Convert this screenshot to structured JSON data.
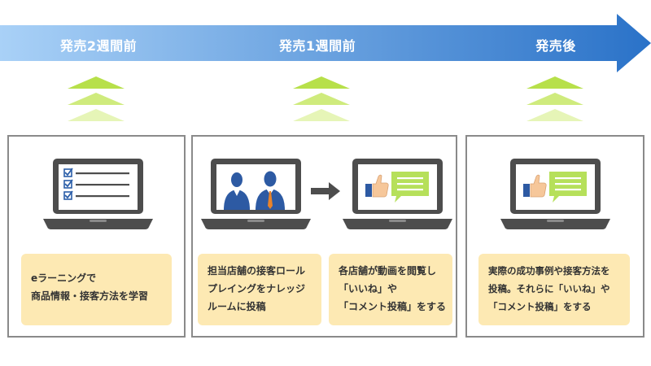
{
  "colors": {
    "arrow_start": "#a9d1f7",
    "arrow_end": "#2a72c8",
    "chevron_dark": "#b7e04a",
    "chevron_mid": "#cfeb7d",
    "chevron_light": "#e6f5b7",
    "note_bg": "#fde9b3",
    "laptop": "#4d4d4d",
    "thumb": "#f6c79a",
    "speech": "#b6e05a"
  },
  "timeline": {
    "stages": [
      {
        "label": "発売2週間前"
      },
      {
        "label": "発売1週間前"
      },
      {
        "label": "発売後"
      }
    ]
  },
  "panels": [
    {
      "notes": [
        {
          "lines": [
            "eラーニングで",
            "商品情報・接客方法を学習"
          ]
        }
      ]
    },
    {
      "notes": [
        {
          "lines": [
            "担当店舗の接客ロール",
            "プレイングをナレッジ",
            "ルームに投稿"
          ]
        },
        {
          "lines": [
            "各店舗が動画を閲覧し",
            "「いいね」や",
            "「コメント投稿」をする"
          ]
        }
      ]
    },
    {
      "notes": [
        {
          "lines": [
            "実際の成功事例や接客方法を",
            "投稿。それらに「いいね」や",
            "「コメント投稿」をする"
          ]
        }
      ]
    }
  ],
  "icons": [
    "checklist-icon",
    "businessperson-icon",
    "right-arrow-icon",
    "thumbs-up-icon",
    "comment-icon"
  ]
}
